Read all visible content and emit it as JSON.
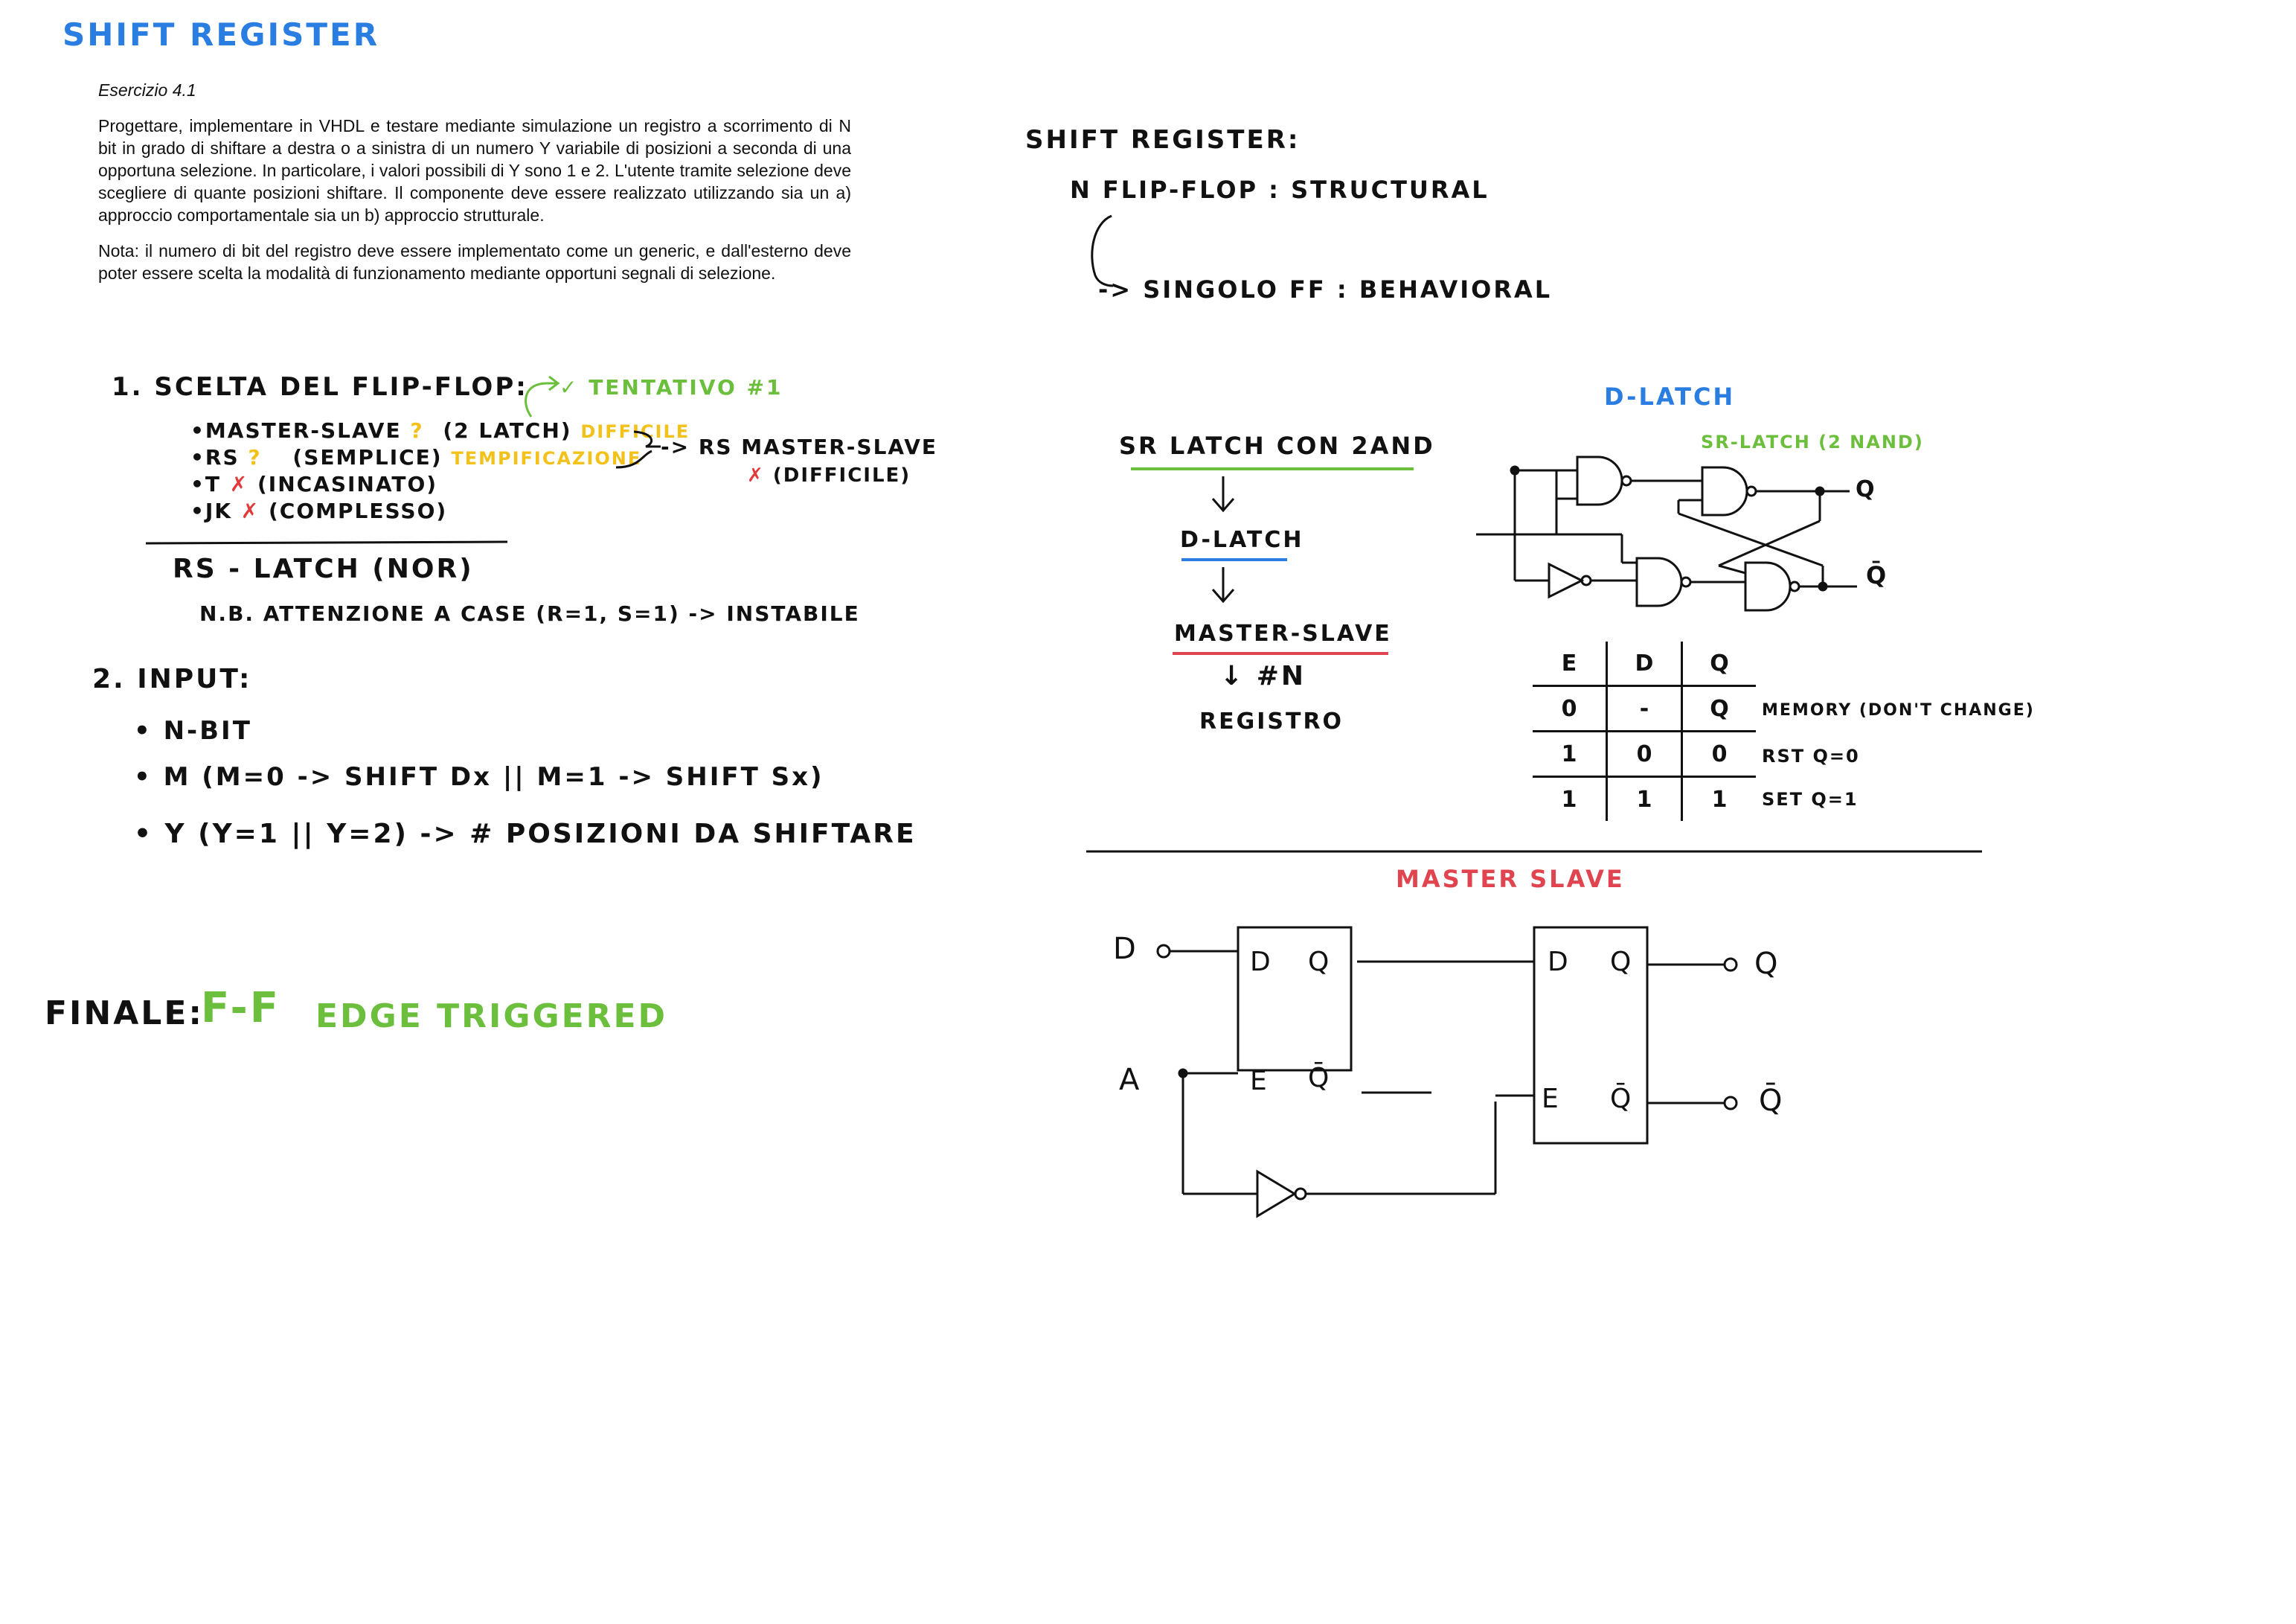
{
  "page_title": "SHIFT REGISTER",
  "exercise": {
    "heading": "Esercizio 4.1",
    "paragraph1": "Progettare, implementare in VHDL e testare mediante simulazione un registro a scorrimento di N bit in grado di shiftare a destra o a sinistra di un numero Y variabile di posizioni a seconda di una opportuna selezione. In particolare, i valori possibili di Y sono 1 e 2. L'utente tramite selezione deve scegliere di quante posizioni shiftare. Il componente deve essere realizzato utilizzando sia un a) approccio comportamentale sia un b) approccio strutturale.",
    "paragraph2": "Nota: il numero di bit del registro deve essere implementato come un generic, e dall'esterno deve poter essere scelta la modalità di funzionamento mediante opportuni segnali di selezione."
  },
  "section1": {
    "title": "1. SCELTA DEL FLIP-FLOP:",
    "attempt": "✓ TENTATIVO #1",
    "items": [
      {
        "bullet": "•",
        "name": "MASTER-SLAVE",
        "mark": "?",
        "note": "(2 LATCH)",
        "tag": "DIFFICILE"
      },
      {
        "bullet": "•",
        "name": "RS",
        "mark": "?",
        "note": "(SEMPLICE)",
        "tag": "TEMPIFICAZIONE"
      },
      {
        "bullet": "•",
        "name": "T",
        "mark": "✗",
        "note": "(INCASINATO)"
      },
      {
        "bullet": "•",
        "name": "JK",
        "mark": "✗",
        "note": "(COMPLESSO)"
      }
    ],
    "arrow_result": "-> RS MASTER-SLAVE",
    "arrow_result_mark": "✗",
    "arrow_result_note": "(DIFFICILE)",
    "rs_latch": "RS - LATCH (NOR)",
    "nb": "N.B. ATTENZIONE A CASE (R=1, S=1) -> INSTABILE"
  },
  "section2": {
    "title": "2. INPUT:",
    "items": [
      "• N-BIT",
      "• M (M=0 -> SHIFT Dx || M=1 -> SHIFT Sx)",
      "• Y (Y=1 || Y=2) -> # POSIZIONI DA SHIFTARE"
    ]
  },
  "finale": {
    "label": "FINALE:",
    "ff": "F-F",
    "type": "EDGE TRIGGERED"
  },
  "right_top": {
    "title": "SHIFT REGISTER:",
    "line1": "N FLIP-FLOP : STRUCTURAL",
    "line2": "-> SINGOLO FF : BEHAVIORAL"
  },
  "flow": {
    "step1": "SR LATCH CON 2AND",
    "step2": "D-LATCH",
    "step3": "MASTER-SLAVE",
    "step4": "↓ #N",
    "step5": "REGISTRO",
    "colors": {
      "step1": "#6cbf3c",
      "step2": "#2a7de1",
      "step3": "#e0444e"
    }
  },
  "dlatch": {
    "title": "D-LATCH",
    "sr_label": "SR-LATCH (2 NAND)",
    "out_q": "Q",
    "out_qbar": "Q̄"
  },
  "truth_table": {
    "headers": [
      "E",
      "D",
      "Q"
    ],
    "rows": [
      {
        "cells": [
          "0",
          "-",
          "Q"
        ],
        "note": "MEMORY (DON'T CHANGE)"
      },
      {
        "cells": [
          "1",
          "0",
          "0"
        ],
        "note": "RST Q=0"
      },
      {
        "cells": [
          "1",
          "1",
          "1"
        ],
        "note": "SET Q=1"
      }
    ]
  },
  "master_slave": {
    "title": "MASTER SLAVE",
    "input_d": "D",
    "input_a": "A",
    "box_d": "D",
    "box_q": "Q",
    "box_e": "E",
    "box_qbar": "Q̄",
    "out_q": "Q",
    "out_qbar": "Q̄"
  }
}
